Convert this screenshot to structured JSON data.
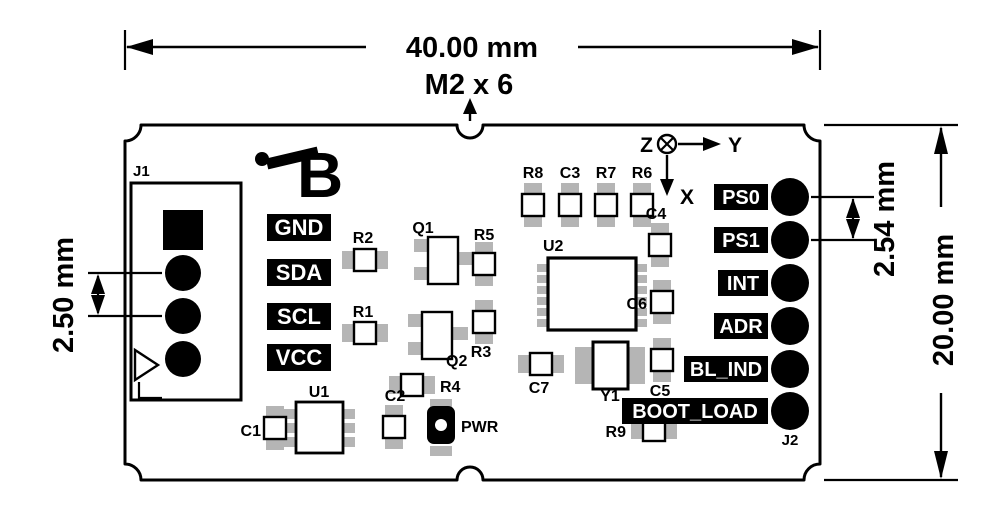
{
  "dimensions": {
    "board_width": "40.00 mm",
    "board_height": "20.00 mm",
    "screw_spec": "M2 x 6",
    "left_pitch": "2.50 mm",
    "right_pitch": "2.54 mm"
  },
  "axes": {
    "z": "Z",
    "y": "Y",
    "x": "X"
  },
  "connectors": {
    "j1": "J1",
    "j2": "J2"
  },
  "net_labels": [
    "GND",
    "SDA",
    "SCL",
    "VCC"
  ],
  "pin_labels": [
    "PS0",
    "PS1",
    "INT",
    "ADR",
    "BL_IND",
    "BOOT_LOAD"
  ],
  "refdes": {
    "r1": "R1",
    "r2": "R2",
    "r3": "R3",
    "r4": "R4",
    "r5": "R5",
    "r6": "R6",
    "r7": "R7",
    "r8": "R8",
    "r9": "R9",
    "c1": "C1",
    "c2": "C2",
    "c3": "C3",
    "c4": "C4",
    "c5": "C5",
    "c6": "C6",
    "c7": "C7",
    "q1": "Q1",
    "q2": "Q2",
    "u1": "U1",
    "u2": "U2",
    "y1": "Y1",
    "pwr": "PWR"
  },
  "logo": {
    "glyph": "B"
  }
}
